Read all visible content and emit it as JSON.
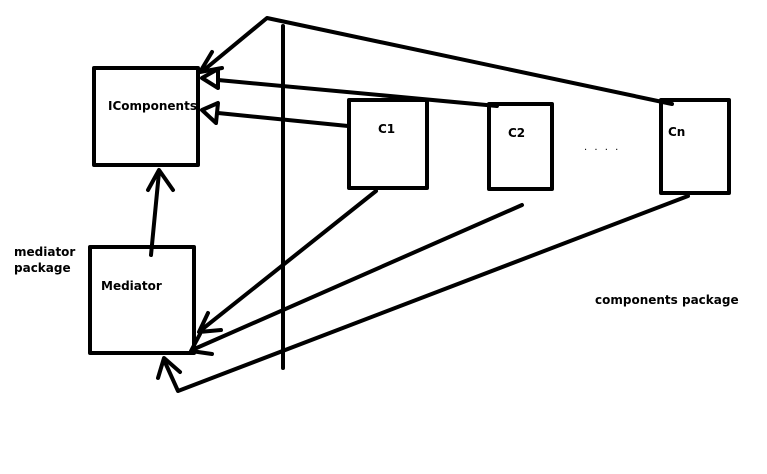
{
  "diagram": {
    "boxes": {
      "icomponents": "IComponents",
      "mediator": "Mediator",
      "c1": "C1",
      "c2": "C2",
      "cn": "Cn"
    },
    "ellipsis": ". . . .",
    "packages": {
      "mediator_line1": "mediator",
      "mediator_line2": "package",
      "components": "components package"
    }
  }
}
